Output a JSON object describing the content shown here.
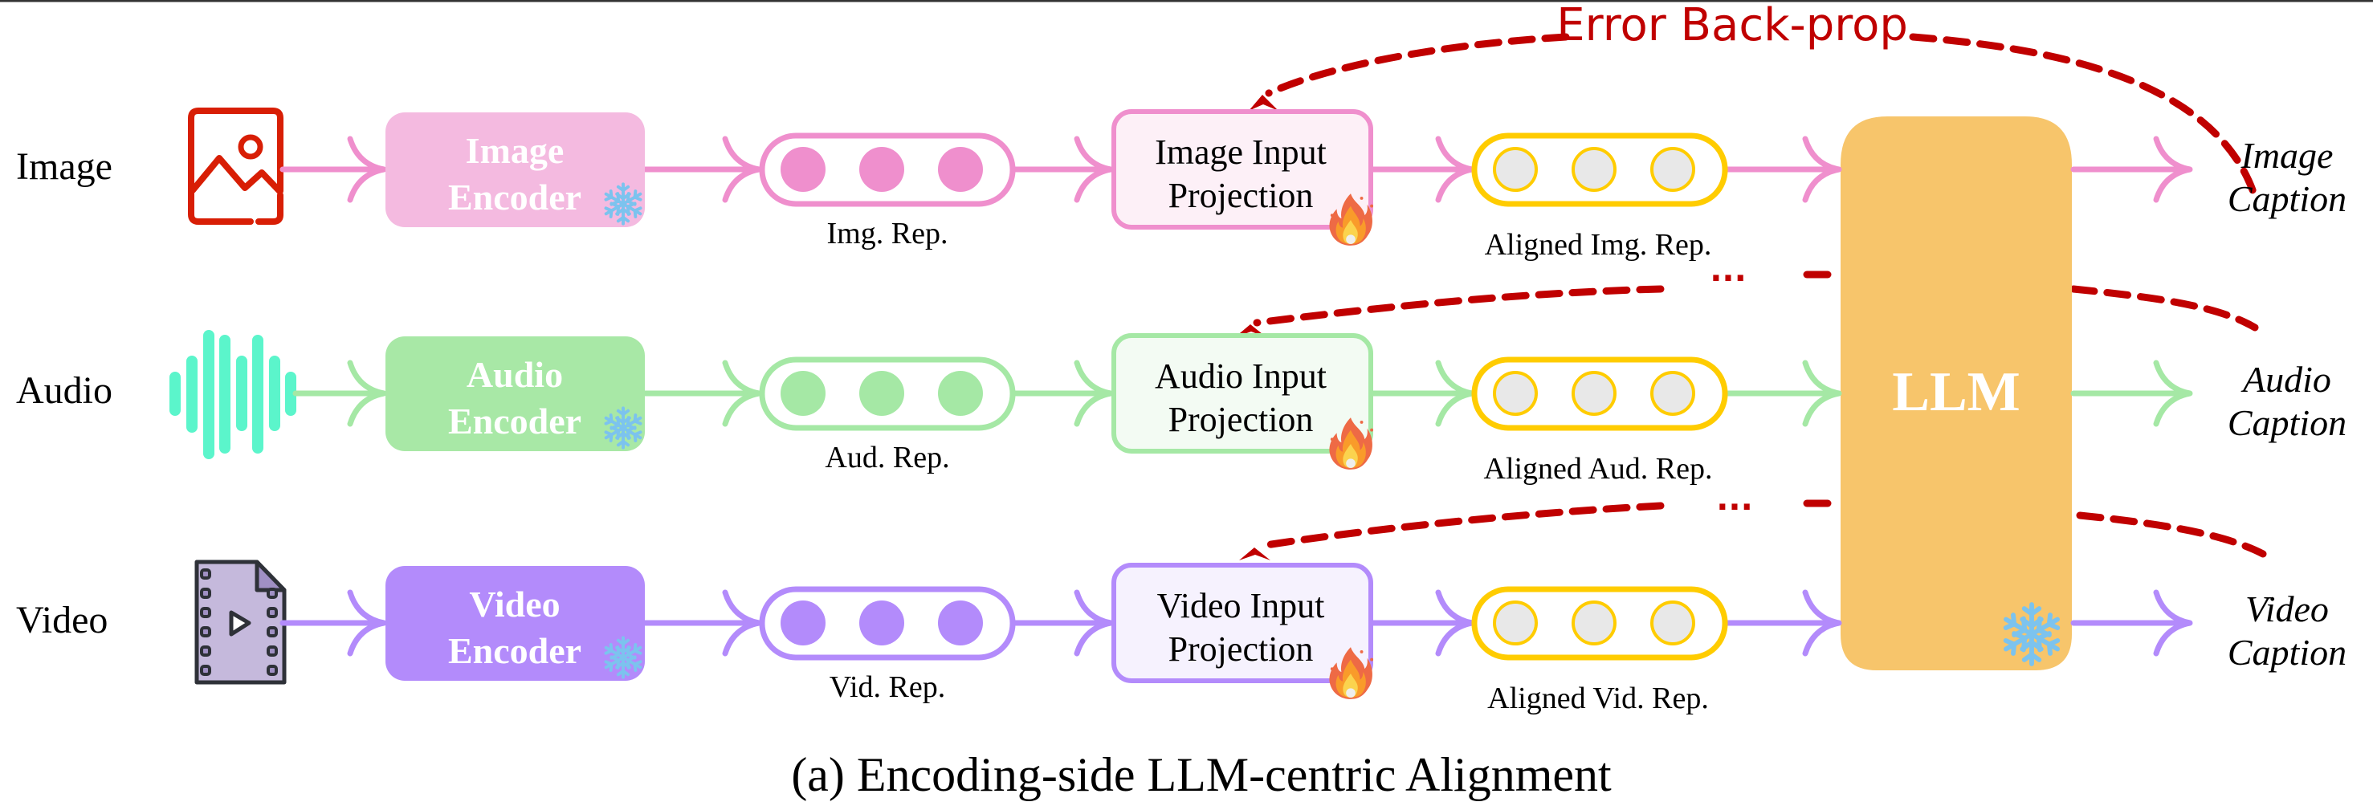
{
  "figure": {
    "caption": "(a) Encoding-side LLM-centric Alignment",
    "backprop_label": "Error Back-prop.",
    "ellipsis": "...",
    "llm": {
      "label": "LLM",
      "state": "frozen",
      "color": "#f7c56b"
    },
    "colors": {
      "backprop": "#c00000",
      "aligned_stroke": "#ffcc00",
      "aligned_dot_fill": "#e8e8e8",
      "frozen_icon": "#7cc3ee",
      "text": "#000000",
      "encoder_text": "#ffffff"
    },
    "rows": [
      {
        "modality": "Image",
        "icon": "image-icon",
        "encoder": [
          "Image",
          "Encoder"
        ],
        "encoder_state": "frozen",
        "rep_label": "Img. Rep.",
        "projection": [
          "Image Input",
          "Projection"
        ],
        "projection_state": "trainable",
        "aligned_label": "Aligned Img. Rep.",
        "output": [
          "Image",
          "Caption"
        ],
        "color": "#ef8fcd",
        "encoder_fill": "#f4bae0",
        "projection_fill": "#fdf0f7"
      },
      {
        "modality": "Audio",
        "icon": "audio-waveform-icon",
        "encoder": [
          "Audio",
          "Encoder"
        ],
        "encoder_state": "frozen",
        "rep_label": "Aud. Rep.",
        "projection": [
          "Audio Input",
          "Projection"
        ],
        "projection_state": "trainable",
        "aligned_label": "Aligned Aud. Rep.",
        "output": [
          "Audio",
          "Caption"
        ],
        "color": "#a5e8a5",
        "encoder_fill": "#a8e8a6",
        "projection_fill": "#f3fbf3"
      },
      {
        "modality": "Video",
        "icon": "video-file-icon",
        "encoder": [
          "Video",
          "Encoder"
        ],
        "encoder_state": "frozen",
        "rep_label": "Vid. Rep.",
        "projection": [
          "Video Input",
          "Projection"
        ],
        "projection_state": "trainable",
        "aligned_label": "Aligned Vid. Rep.",
        "output": [
          "Video",
          "Caption"
        ],
        "color": "#b38bfb",
        "encoder_fill": "#b38bfb",
        "projection_fill": "#f6f2fe"
      }
    ]
  }
}
